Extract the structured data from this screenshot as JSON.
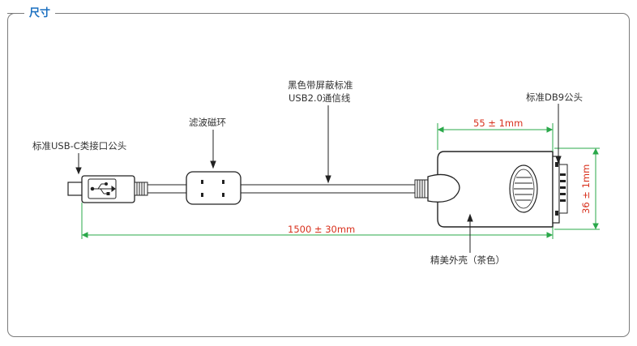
{
  "section_title": "尺寸",
  "labels": {
    "usb_c": "标准USB-C类接口公头",
    "ferrite": "滤波磁环",
    "cable_line1": "黑色带屏蔽标准",
    "cable_line2": "USB2.0通信线",
    "db9": "标准DB9公头",
    "shell": "精美外壳（茶色）"
  },
  "dimensions": {
    "width_shell": "55 ± 1mm",
    "height_shell": "36 ± 1mm",
    "total_length": "1500 ± 30mm"
  },
  "colors": {
    "title": "#1a6fc0",
    "dim_green": "#2aa84a",
    "dim_red": "#d8301c",
    "outline": "#222222"
  }
}
